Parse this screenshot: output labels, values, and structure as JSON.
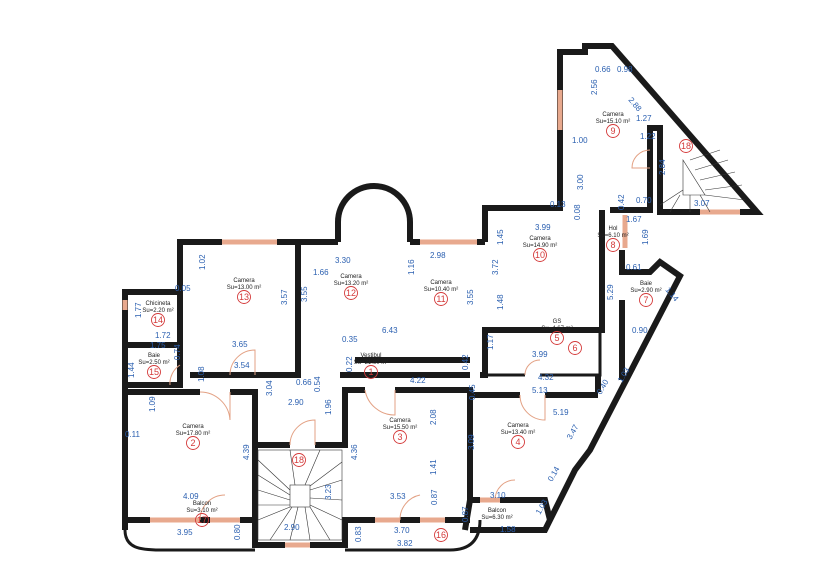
{
  "rooms": [
    {
      "number": "1",
      "name": "Vestibul",
      "area": "Su=21.60 m²"
    },
    {
      "number": "2",
      "name": "Camera",
      "area": "Su=17.80 m²"
    },
    {
      "number": "3",
      "name": "Camera",
      "area": "Su=15.50 m²"
    },
    {
      "number": "4",
      "name": "Camera",
      "area": "Su=13.40 m²"
    },
    {
      "number": "5",
      "name": "GS",
      "area": "Su=4.67 m²"
    },
    {
      "number": "6",
      "name": "",
      "area": ""
    },
    {
      "number": "7",
      "name": "Baie",
      "area": "Su=2.90 m²"
    },
    {
      "number": "8",
      "name": "Hol",
      "area": "Su=6.10 m²"
    },
    {
      "number": "9",
      "name": "Camera",
      "area": "Su=15.10 m²"
    },
    {
      "number": "10",
      "name": "Camera",
      "area": "Su=14.90 m²"
    },
    {
      "number": "11",
      "name": "Camera",
      "area": "Su=10.40 m²"
    },
    {
      "number": "12",
      "name": "Camera",
      "area": "Su=13.20 m²"
    },
    {
      "number": "13",
      "name": "Camera",
      "area": "Su=13.00 m²"
    },
    {
      "number": "14",
      "name": "Chicineta",
      "area": "Su=2.20 m²"
    },
    {
      "number": "15",
      "name": "Baie",
      "area": "Su=2.50 m²"
    },
    {
      "number": "16",
      "name": "Balcon",
      "area": "Su=6.30 m²"
    },
    {
      "number": "17",
      "name": "Balcon",
      "area": "Su=3.10 m²"
    },
    {
      "number": "18",
      "name": "",
      "area": ""
    },
    {
      "number": "18",
      "name": "",
      "area": ""
    }
  ],
  "dimensions": [
    "0.66",
    "0.98",
    "2.56",
    "2.88",
    "1.27",
    "1.22",
    "1.00",
    "3.00",
    "2.84",
    "0.13",
    "0.42",
    "0.70",
    "3.07",
    "0.08",
    "3.99",
    "1.67",
    "1.69",
    "1.45",
    "3.72",
    "1.48",
    "0.61",
    "1.14",
    "5.29",
    "0.90",
    "1.17",
    "3.99",
    "4.32",
    "0.42",
    "1.02",
    "0.05",
    "3.30",
    "1.66",
    "1.16",
    "2.98",
    "3.57",
    "3.55",
    "3.55",
    "6.43",
    "0.35",
    "0.22",
    "4.22",
    "1.77",
    "1.72",
    "3.65",
    "1.75",
    "0.74",
    "1.44",
    "3.54",
    "1.08",
    "0.66",
    "0.54",
    "5.13",
    "0.40",
    "1.03",
    "0.45",
    "5.19",
    "1.09",
    "3.04",
    "2.90",
    "1.96",
    "2.08",
    "0.11",
    "4.39",
    "4.36",
    "3.09",
    "3.47",
    "1.41",
    "0.14",
    "4.09",
    "3.23",
    "3.53",
    "0.87",
    "3.10",
    "1.03",
    "0.87",
    "3.95",
    "0.80",
    "2.90",
    "0.83",
    "3.70",
    "3.82",
    "1.58"
  ],
  "colors": {
    "walls": "#1a1a1a",
    "dimensions": "#2a5fb0",
    "room_numbers": "#d43a3a",
    "windows": "#e8a98e"
  }
}
